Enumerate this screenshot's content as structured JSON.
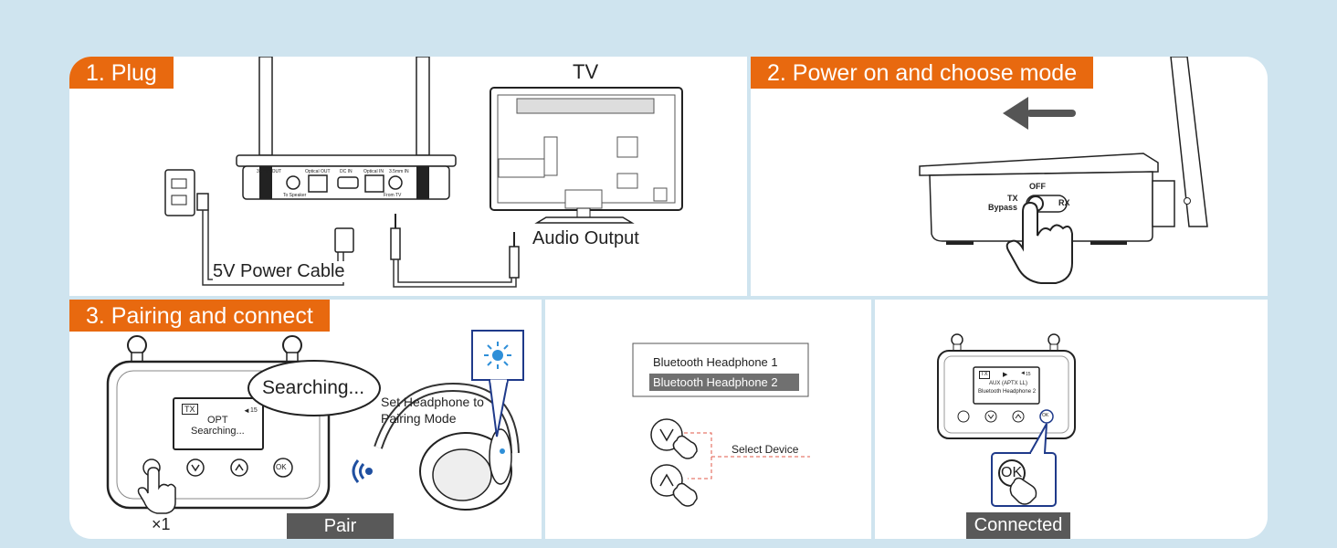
{
  "steps": {
    "plug": {
      "tag": "1. Plug",
      "tv_label": "TV",
      "audio_output": "Audio Output",
      "power_cable": "5V Power Cable",
      "ports": [
        "3.5mm OUT",
        "Optical OUT",
        "DC IN",
        "Optical IN",
        "3.5mm IN"
      ],
      "port_sub": [
        "To Speaker",
        "From TV"
      ]
    },
    "power": {
      "tag": "2. Power on and choose mode",
      "switch_off": "OFF",
      "switch_tx": "TX",
      "switch_bypass": "Bypass",
      "switch_rx": "RX"
    },
    "pair": {
      "tag": "3. Pairing and connect",
      "bubble": "Searching...",
      "screen_tx": "TX",
      "screen_mode": "OPT",
      "screen_status": "Searching...",
      "screen_vol": "15",
      "btn_ok": "OK",
      "press_count": "×1",
      "headphone_note_1": "Set Headphone to",
      "headphone_note_2": "Pairing Mode",
      "caption": "Pair"
    },
    "select": {
      "devices": [
        "Bluetooth Headphone 1",
        "Bluetooth Headphone 2"
      ],
      "selected_index": 1,
      "hint": "Select Device"
    },
    "connected": {
      "screen_tx": "TX",
      "screen_line2": "AUX (APTX LL)",
      "screen_line3": "Bluetooth Headphone 2",
      "screen_vol": "15",
      "btn_ok": "OK",
      "caption": "Connected"
    }
  },
  "colors": {
    "background": "#cfe4ef",
    "tag": "#e8690f",
    "caption": "#595959",
    "highlight_frame": "#1f3a8a",
    "led": "#2f8fd8",
    "dashed_line": "#e05a4a"
  }
}
